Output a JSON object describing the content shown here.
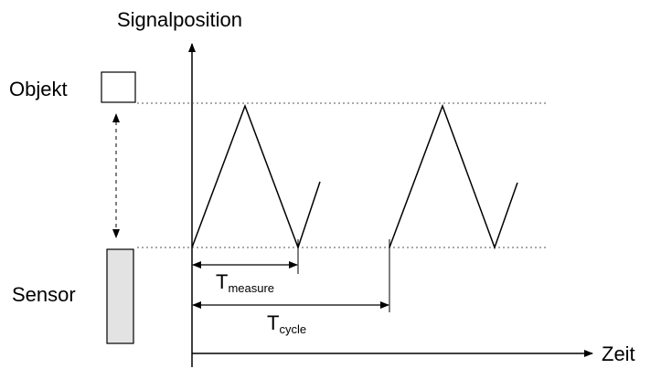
{
  "labels": {
    "y_axis": "Signalposition",
    "x_axis": "Zeit",
    "object": "Objekt",
    "sensor": "Sensor",
    "t_measure_main": "T",
    "t_measure_sub": "measure",
    "t_cycle_main": "T",
    "t_cycle_sub": "cycle"
  },
  "colors": {
    "line": "#000000",
    "sensor_fill": "#e3e3e3",
    "reference_line": "#555555"
  }
}
